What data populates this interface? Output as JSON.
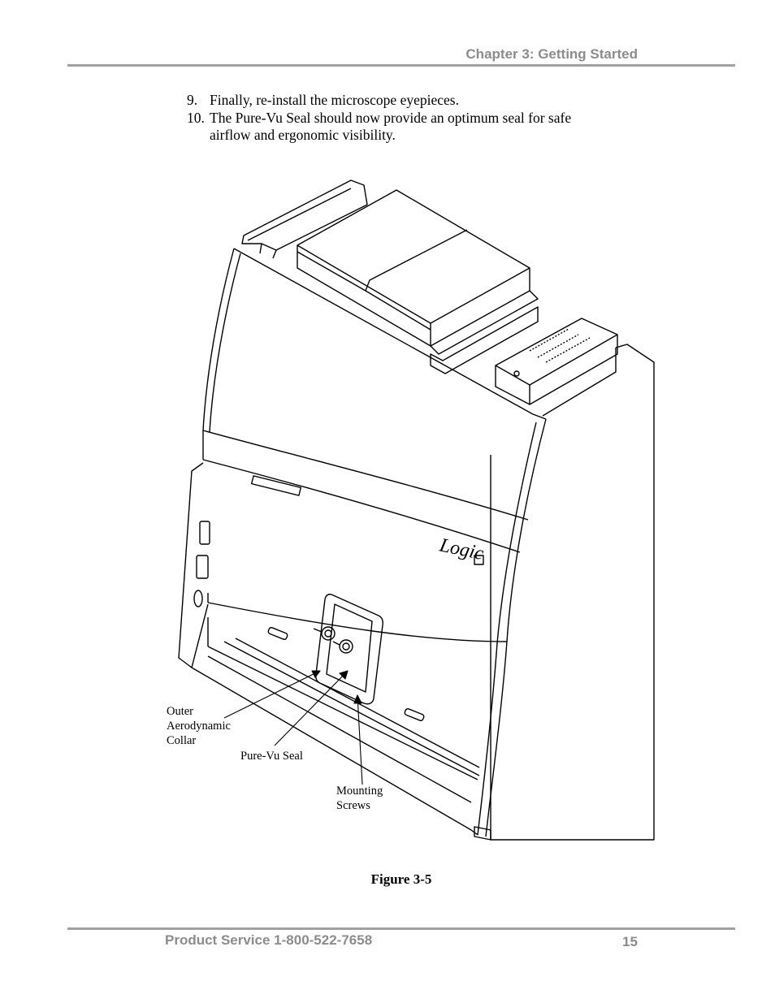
{
  "header": {
    "chapter": "Chapter 3: Getting Started"
  },
  "steps": [
    {
      "number": "9.",
      "text": "Finally, re-install the microscope eyepieces."
    },
    {
      "number": "10.",
      "text": "The Pure-Vu Seal should now provide an optimum seal for safe airflow and ergonomic visibility."
    }
  ],
  "figure": {
    "brand_mark": "Logic",
    "callouts": {
      "outer_collar": "Outer\nAerodynamic\nCollar",
      "pure_vu_seal": "Pure-Vu Seal",
      "mounting_screws": "Mounting\nScrews"
    },
    "caption": "Figure 3-5"
  },
  "footer": {
    "service": "Product Service 1-800-522-7658",
    "page_number": "15"
  }
}
